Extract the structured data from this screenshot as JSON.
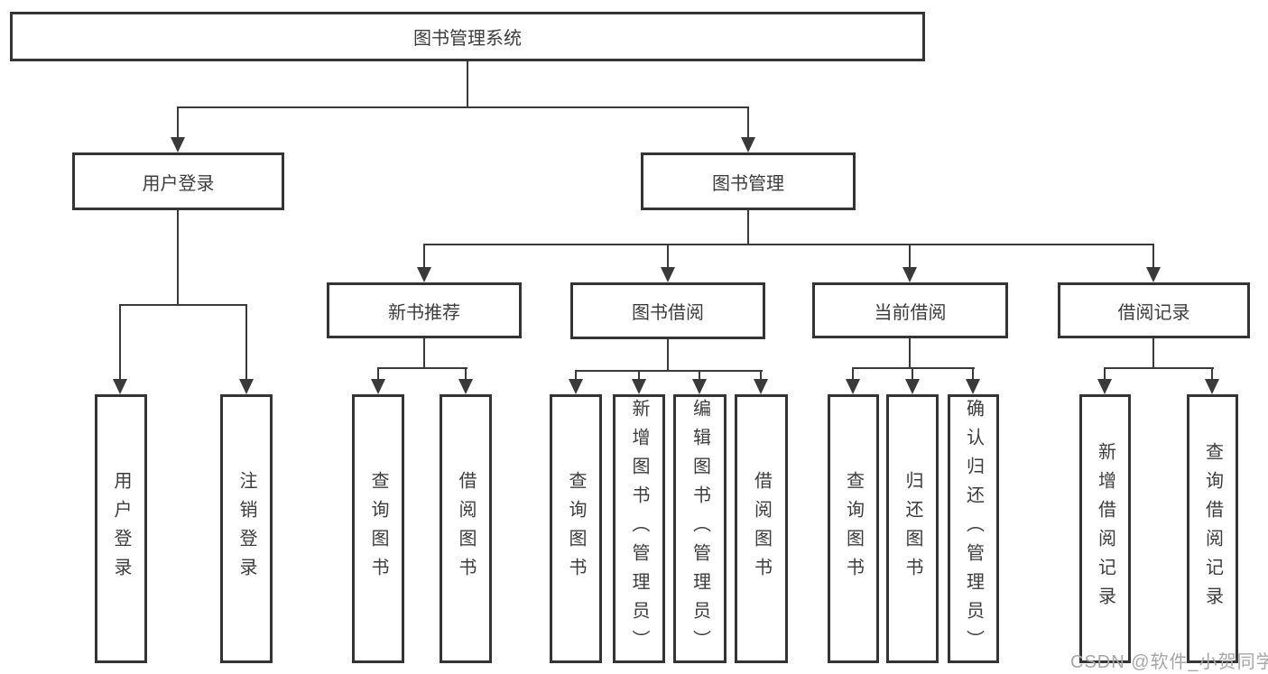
{
  "colors": {
    "background": "#ffffff",
    "box_border": "#343434",
    "connector_line": "#3a3a3a",
    "text": "#3c3c3c",
    "watermark": "#a6a6a6"
  },
  "watermark": {
    "text": "CSDN @软件_小贺同学"
  },
  "tree": {
    "root": {
      "label": "图书管理系统",
      "children": [
        {
          "label": "用户登录",
          "children": [
            {
              "label": "用户登录"
            },
            {
              "label": "注销登录"
            }
          ]
        },
        {
          "label": "图书管理",
          "children": [
            {
              "label": "新书推荐",
              "children": [
                {
                  "label": "查询图书"
                },
                {
                  "label": "借阅图书"
                }
              ]
            },
            {
              "label": "图书借阅",
              "children": [
                {
                  "label": "查询图书"
                },
                {
                  "label": "新增图书（管理员）"
                },
                {
                  "label": "编辑图书（管理员）"
                },
                {
                  "label": "借阅图书"
                }
              ]
            },
            {
              "label": "当前借阅",
              "children": [
                {
                  "label": "查询图书"
                },
                {
                  "label": "归还图书"
                },
                {
                  "label": "确认归还（管理员）"
                }
              ]
            },
            {
              "label": "借阅记录",
              "children": [
                {
                  "label": "新增借阅记录"
                },
                {
                  "label": "查询借阅记录"
                }
              ]
            }
          ]
        }
      ]
    }
  }
}
